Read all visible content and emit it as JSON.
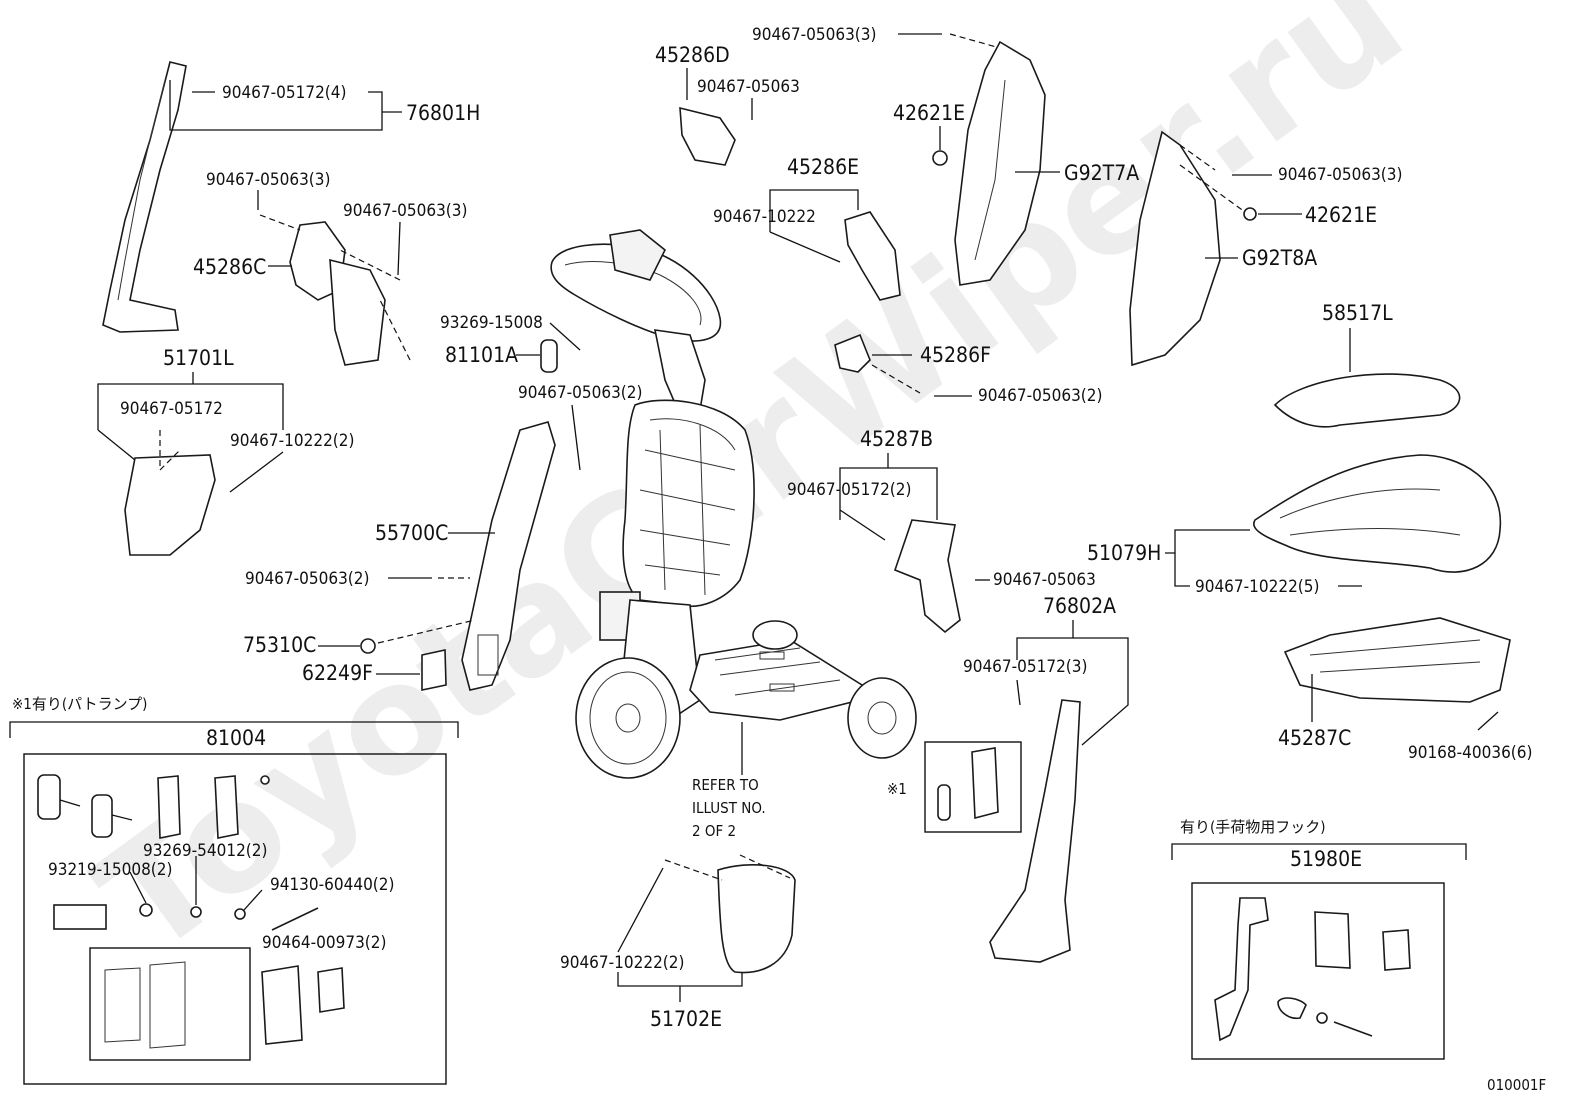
{
  "watermark": "ToyotaCarWiper.ru",
  "diagram_code": "010001F",
  "refer_note": [
    "REFER TO",
    "ILLUST NO.",
    "2 OF 2"
  ],
  "box_left": {
    "caption": "※1有り(パトランプ)",
    "title": "81004"
  },
  "box_right": {
    "caption": "有り(手荷物用フック)",
    "title": "51980E"
  },
  "asterisk_label": "※1",
  "parts": {
    "p76801H": "76801H",
    "p51701L": "51701L",
    "p45286C": "45286C",
    "p45286D": "45286D",
    "p45286E": "45286E",
    "p45286F": "45286F",
    "p42621E_a": "42621E",
    "p42621E_b": "42621E",
    "pG92T7A": "G92T7A",
    "pG92T8A": "G92T8A",
    "p58517L": "58517L",
    "p51079H": "51079H",
    "p45287B": "45287B",
    "p45287C": "45287C",
    "p81101A": "81101A",
    "p55700C": "55700C",
    "p75310C": "75310C",
    "p62249F": "62249F",
    "p76802A": "76802A",
    "p51702E": "51702E"
  },
  "fasteners": {
    "f01": "90467-05172(4)",
    "f02": "90467-05063(3)",
    "f03": "90467-05063(3)",
    "f04": "90467-05172",
    "f05": "90467-10222(2)",
    "f06": "93269-15008",
    "f07": "90467-05063(2)",
    "f08": "90467-05063(2)",
    "f09": "90467-05063",
    "f10": "90467-05063(3)",
    "f11": "90467-10222",
    "f12": "90467-05063(2)",
    "f13": "90467-05063(3)",
    "f14": "90467-05172(2)",
    "f15": "90467-05063",
    "f16": "90467-10222(5)",
    "f17": "90168-40036(6)",
    "f18": "90467-05172(3)",
    "f19": "90467-10222(2)",
    "f20": "93269-54012(2)",
    "f21": "93219-15008(2)",
    "f22": "94130-60440(2)",
    "f23": "90464-00973(2)"
  }
}
